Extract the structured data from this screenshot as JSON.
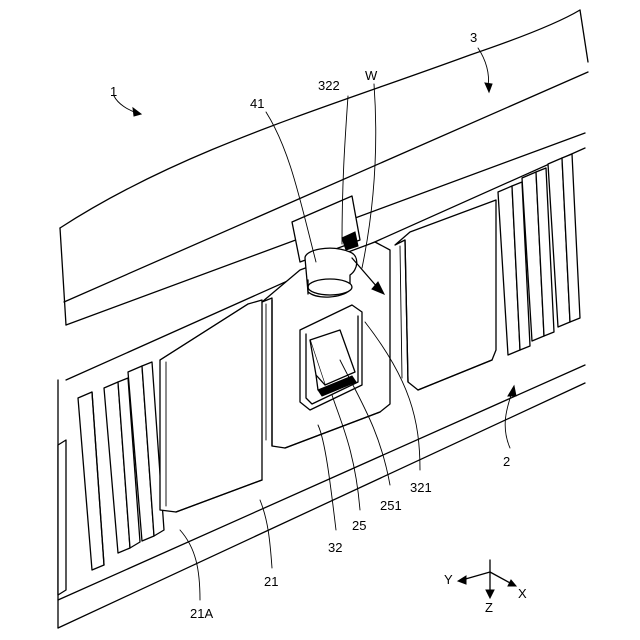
{
  "labels": {
    "l1": "1",
    "l3": "3",
    "l322": "322",
    "lW": "W",
    "l41": "41",
    "l321": "321",
    "l2": "2",
    "l251": "251",
    "l25": "25",
    "l32": "32",
    "l21": "21",
    "l21A": "21A"
  },
  "axes": {
    "y": "Y",
    "z": "Z",
    "x": "X"
  }
}
